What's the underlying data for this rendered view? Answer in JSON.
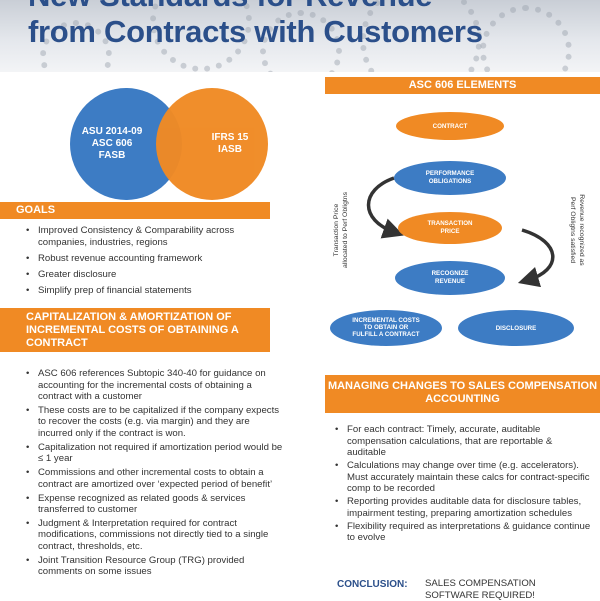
{
  "header": {
    "title_line1": "New Standards for Revenue",
    "title_line2": "from Contracts with Customers"
  },
  "venn": {
    "left": [
      "ASU 2014-09",
      "ASC 606",
      "FASB"
    ],
    "right": [
      "IFRS 15",
      "IASB"
    ]
  },
  "goals": {
    "heading": "GOALS",
    "items": [
      "Improved Consistency & Comparability across companies, industries, regions",
      "Robust revenue accounting framework",
      "Greater disclosure",
      "Simplify prep of financial statements"
    ]
  },
  "capitalization": {
    "heading": "CAPITALIZATION & AMORTIZATION OF INCREMENTAL COSTS OF OBTAINING A CONTRACT",
    "items": [
      "ASC 606 references Subtopic 340-40 for guidance on accounting for the incremental costs of obtaining a contract with a customer",
      "These costs are to be capitalized if the company expects to recover the costs (e.g. via margin) and they are incurred only if the contract is won.",
      "Capitalization not required if amortization period would be ≤ 1 year",
      "Commissions and other incremental costs to obtain a contract are amortized over ‘expected period of benefit’",
      "Expense recognized as related goods & services transferred to customer",
      "Judgment & Interpretation required for contract modifications, commissions not directly tied to a single contract, thresholds, etc.",
      "Joint Transition Resource Group (TRG) provided comments on some issues"
    ]
  },
  "asc_elements": {
    "heading": "ASC 606 ELEMENTS",
    "contract": "CONTRACT",
    "performance_obligations": [
      "PERFORMANCE",
      "OBLIGATIONS"
    ],
    "transaction_price": [
      "TRANSACTION",
      "PRICE"
    ],
    "recognize_revenue": [
      "RECOGNIZE",
      "REVENUE"
    ],
    "incremental_costs": [
      "INCREMENTAL COSTS",
      "TO OBTAIN OR",
      "FULFILL A CONTRACT"
    ],
    "disclosure": "DISCLOSURE",
    "left_label": [
      "Transaction Price",
      "allocated to Perf Obligtns"
    ],
    "right_label": [
      "Revenue recognized as",
      "Perf Obligtns satisfied"
    ],
    "colors": {
      "orange": "#f08a24",
      "blue": "#3d7cc4"
    }
  },
  "managing_changes": {
    "heading": "MANAGING CHANGES TO SALES COMPENSATION ACCOUNTING",
    "items": [
      "For each contract: Timely, accurate, auditable compensation calculations, that are reportable & auditable",
      "Calculations may change over time (e.g. accelerators). Must accurately maintain these calcs for contract-specific comp to be recorded",
      "Reporting provides auditable data for disclosure tables, impairment testing, preparing amortization schedules",
      "Flexibility required as interpretations & guidance continue to evolve"
    ]
  },
  "conclusion": {
    "label": "CONCLUSION:",
    "text": "SALES COMPENSATION SOFTWARE REQUIRED!"
  },
  "theme": {
    "orange": "#f08a24",
    "blue": "#3d7cc4",
    "navy": "#2b4f8a"
  }
}
